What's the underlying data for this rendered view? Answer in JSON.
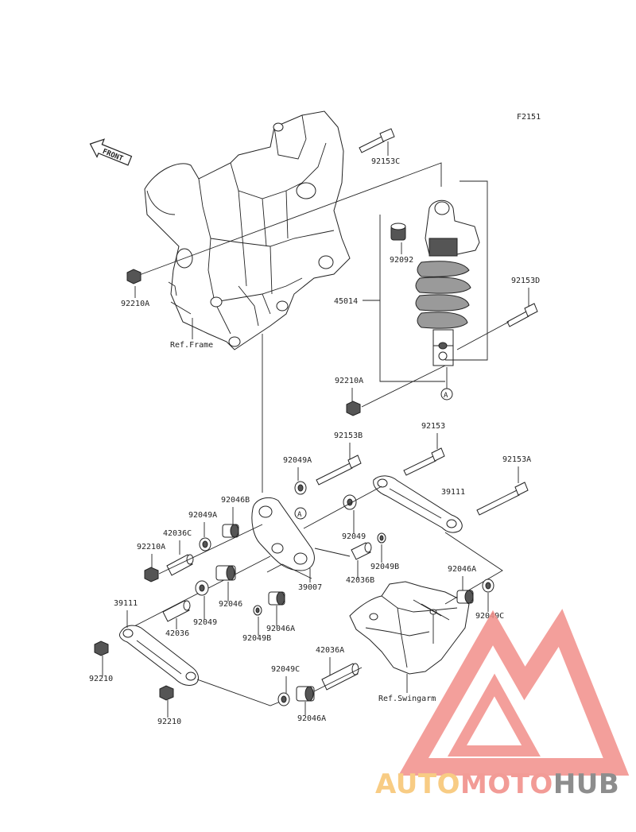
{
  "figure_code": "F2151",
  "front_label": "FRONT",
  "callout_marker": "A",
  "reference_labels": {
    "frame": "Ref.Frame",
    "swingarm": "Ref.Swingarm"
  },
  "part_labels": {
    "p92153C": "92153C",
    "p92092": "92092",
    "p92153D": "92153D",
    "p45014": "45014",
    "p92210A_top": "92210A",
    "p92210A_mid": "92210A",
    "p92153B": "92153B",
    "p92153": "92153",
    "p92153A": "92153A",
    "p92049A_1": "92049A",
    "p92049A_2": "92049A",
    "p92046B": "92046B",
    "p42036C": "42036C",
    "p92210A_low": "92210A",
    "p39111_right": "39111",
    "p92049_1": "92049",
    "p92049B_1": "92049B",
    "p42036B": "42036B",
    "p39007": "39007",
    "p92046A_1": "92046A",
    "p92049C_1": "92049C",
    "p39111_left": "39111",
    "p42036": "42036",
    "p92049_2": "92049",
    "p92046": "92046",
    "p92049B_2": "92049B",
    "p92046A_2": "92046A",
    "p42036A": "42036A",
    "p92049C_2": "92049C",
    "p92046A_3": "92046A",
    "p92210_1": "92210",
    "p92210_2": "92210"
  },
  "watermark": {
    "part1": "AUTO",
    "part2": "MOTO",
    "part3": "HUB",
    "colors": {
      "auto": "#f7c46f",
      "moto": "#f08a84",
      "hub": "#7a7a7a",
      "triangle": "#f28f8a"
    }
  }
}
